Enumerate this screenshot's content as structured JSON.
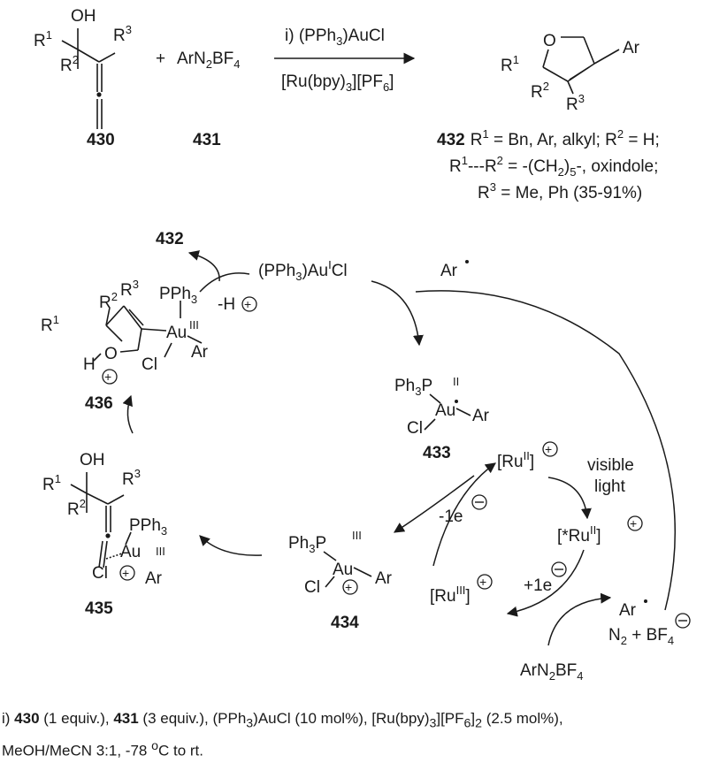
{
  "scheme": {
    "reagents_top": "i) (PPh",
    "reagents_top_sub": "3",
    "reagents_top_end": ")AuCl",
    "reagents_bottom": "[Ru(bpy)",
    "reagents_bottom_sub": "3",
    "reagents_bottom_mid": "][PF",
    "reagents_bottom_sub2": "6",
    "reagents_bottom_end": "]",
    "plus": "+",
    "diazonium": "ArN",
    "diazonium_sub": "2",
    "diazonium_end": "BF",
    "diazonium_sub2": "4",
    "compounds": {
      "c430": "430",
      "c431": "431",
      "c432": "432"
    },
    "product_line1_r1": "R",
    "product_line1_text": " = Bn, Ar, alkyl; R",
    "product_line1_end": " = H;",
    "product_line2_start": "R",
    "product_line2_mid": "---R",
    "product_line2_text": " = -(CH",
    "product_line2_end": ")",
    "product_line2_tail": "-, oxindole;",
    "product_line3_start": "R",
    "product_line3_text": " = Me, Ph (35-91%)",
    "sup1": "1",
    "sup2": "2",
    "sup3": "3",
    "sub5": "5",
    "sub2": "2"
  },
  "cycle": {
    "label_432": "432",
    "label_433": "433",
    "label_434": "434",
    "label_435": "435",
    "label_436": "436",
    "gold_catalyst": "(PPh",
    "gold_catalyst_sub": "3",
    "gold_catalyst_mid": ")Au",
    "gold_catalyst_sup": "I",
    "gold_catalyst_end": "Cl",
    "ar_radical": "Ar",
    "minus_h": "-H",
    "ru_ii": "[Ru",
    "ru_ii_sup": "II",
    "ru_ii_end": "]",
    "visible": "visible",
    "light": "light",
    "excited_ru": "[*Ru",
    "excited_ru_sup": "II",
    "excited_ru_end": "]",
    "ru_iii": "[Ru",
    "ru_iii_sup": "III",
    "ru_iii_end": "]",
    "minus_e": "-1e",
    "plus_e": "+1e",
    "n2_bf4": "N",
    "n2_sub": "2",
    "n2_mid": " + BF",
    "bf4_sub": "4",
    "diazonium_bottom": "ArN",
    "diazonium_bottom_sub": "2",
    "diazonium_bottom_end": "BF",
    "diazonium_bottom_sub2": "4",
    "oh": "OH",
    "r": "R",
    "pph3": "PPh",
    "ph3p": "Ph",
    "p": "P",
    "au": "Au",
    "ar": "Ar",
    "cl": "Cl",
    "o": "O",
    "h": "H",
    "ox_ii": "II",
    "ox_iii": "III"
  },
  "footnote": {
    "prefix": "i) ",
    "c430": "430",
    "t1": " (1 equiv.), ",
    "c431": "431",
    "t2": " (3 equiv.), (PPh",
    "s1": "3",
    "t3": ")AuCl (10 mol%), [Ru(bpy)",
    "s2": "3",
    "t4": "][PF",
    "s3": "6",
    "t5": "]",
    "s4": "2",
    "t6": " (2.5 mol%),",
    "line2a": "MeOH/MeCN 3:1, -78 ",
    "line2sup": "o",
    "line2b": "C to rt."
  }
}
